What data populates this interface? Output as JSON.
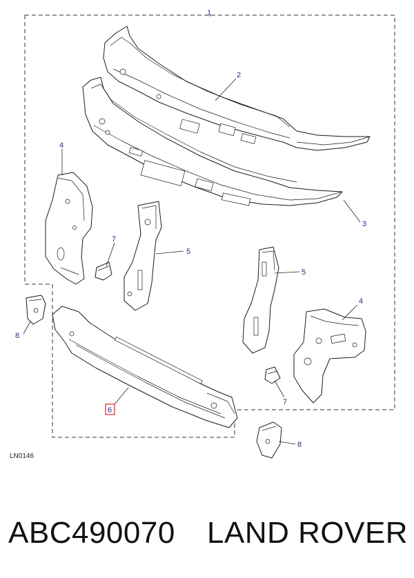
{
  "diagram": {
    "callouts": {
      "c1": "1",
      "c2": "2",
      "c3": "3",
      "c4_left": "4",
      "c4_right": "4",
      "c5_left": "5",
      "c5_right": "5",
      "c6": "6",
      "c7_left": "7",
      "c7_right": "7",
      "c8_left": "8",
      "c8_right": "8"
    },
    "highlighted_callout": "6",
    "reference_code": "LN0146"
  },
  "footer": {
    "part_number": "ABC490070",
    "brand": "LAND ROVER"
  },
  "colors": {
    "callout_text": "#1d2f8a",
    "highlight_box": "#e0202a",
    "line_art": "#1a1a1a"
  }
}
